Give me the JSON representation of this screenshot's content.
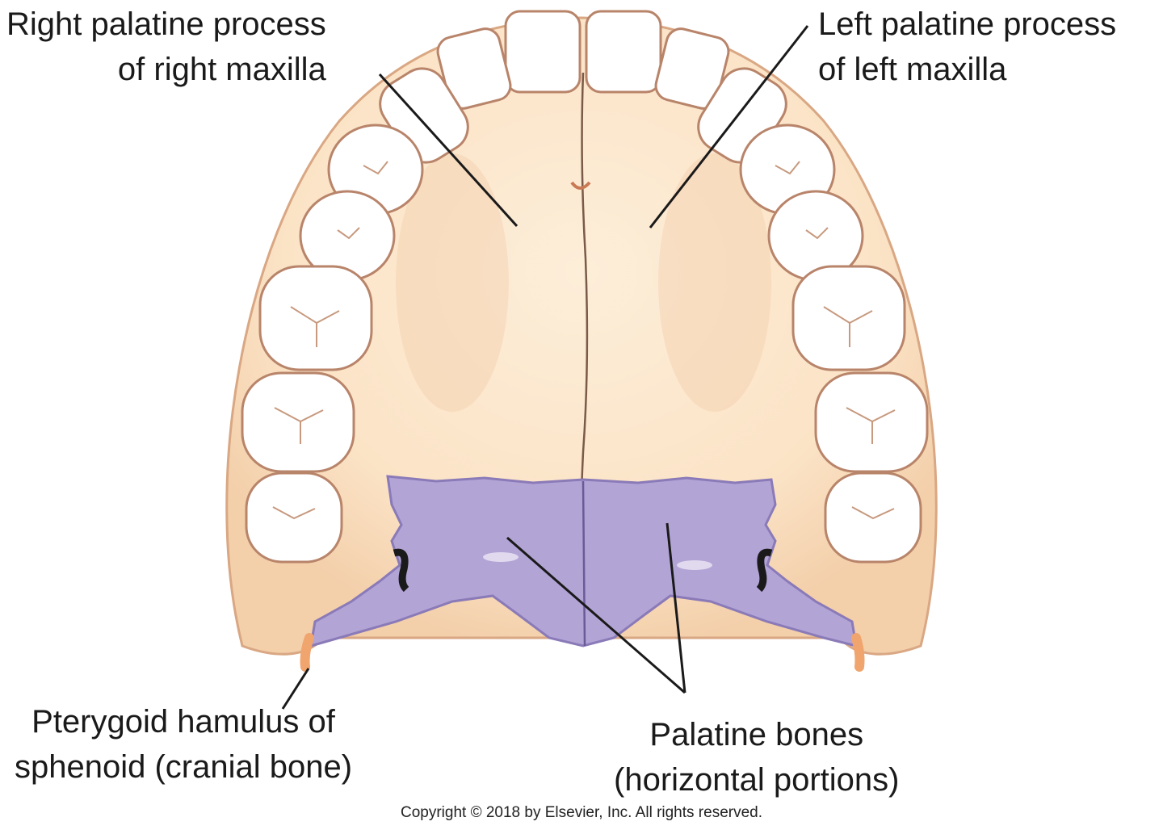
{
  "labels": {
    "right_maxilla": {
      "line1": "Right palatine process",
      "line2": "of right maxilla"
    },
    "left_maxilla": {
      "line1": "Left palatine process",
      "line2": "of left maxilla"
    },
    "hamulus": {
      "line1": "Pterygoid hamulus of",
      "line2": "sphenoid (cranial bone)"
    },
    "palatine": {
      "line1": "Palatine bones",
      "line2": "(horizontal portions)"
    }
  },
  "copyright": "Copyright © 2018 by Elsevier, Inc. All rights reserved.",
  "colors": {
    "maxilla": "#fbe3c6",
    "maxilla_shade": "#efc3a0",
    "tooth": "#ffffff",
    "tooth_outline": "#b8846a",
    "palatine": "#b3a4d6",
    "palatine_outline": "#8a7ab8",
    "hamulus": "#f0a46e",
    "leader": "#1a1a1a"
  }
}
